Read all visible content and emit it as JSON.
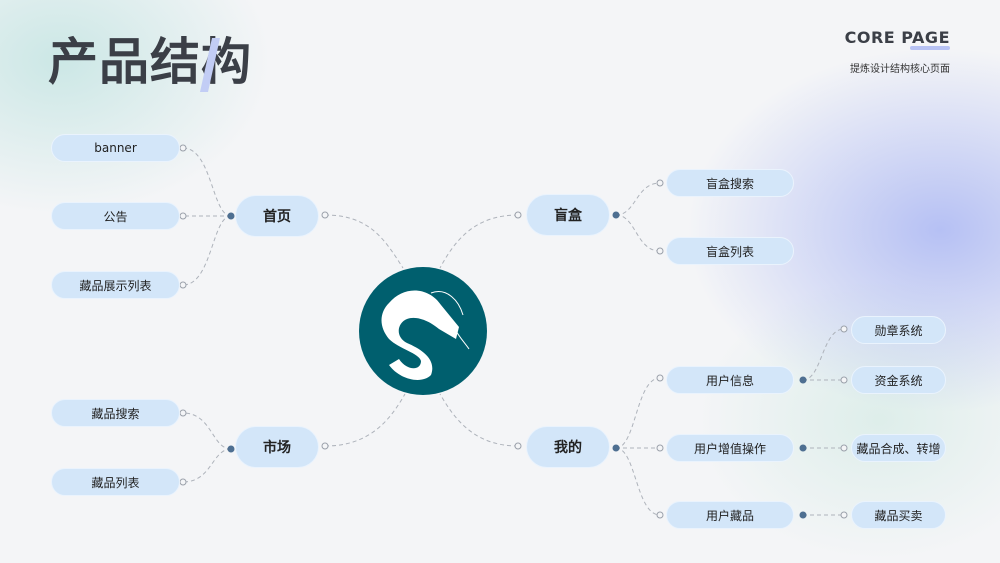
{
  "header": {
    "title": "产品结构",
    "core_label": "CORE PAGE",
    "subtitle": "提炼设计结构核心页面"
  },
  "colors": {
    "pill_fill": "#d3e6f9",
    "logo_circle": "#005f6e",
    "connector": "#aeb3bb",
    "dot": "#4e6f91",
    "title_text": "#3b3f47",
    "accent_slash": "#c2cdf5"
  },
  "center": {
    "logo": "s-dragon-logo"
  },
  "branches": {
    "home": {
      "label": "首页",
      "children": [
        "banner",
        "公告",
        "藏品展示列表"
      ]
    },
    "market": {
      "label": "市场",
      "children": [
        "藏品搜索",
        "藏品列表"
      ]
    },
    "blindbox": {
      "label": "盲盒",
      "children": [
        "盲盒搜索",
        "盲盒列表"
      ]
    },
    "mine": {
      "label": "我的",
      "children": [
        {
          "label": "用户信息",
          "children": [
            "勋章系统",
            "资金系统"
          ]
        },
        {
          "label": "用户增值操作",
          "children": [
            "藏品合成、转增"
          ]
        },
        {
          "label": "用户藏品",
          "children": [
            "藏品买卖"
          ]
        }
      ]
    }
  }
}
